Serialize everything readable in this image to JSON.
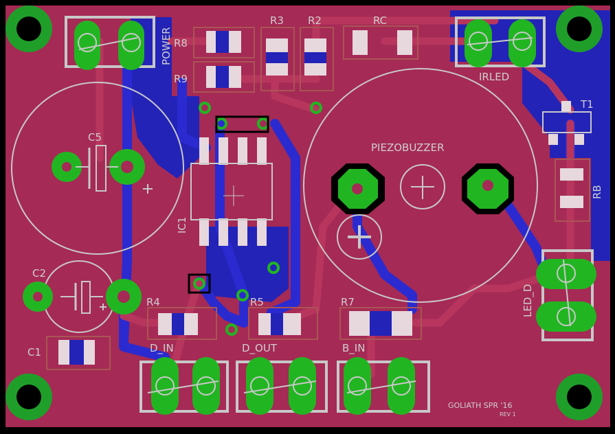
{
  "board": {
    "credit": "GOLIATH SPR '16",
    "revision": "REV 1"
  },
  "labels": {
    "power": "POWER",
    "r8": "R8",
    "r9": "R9",
    "r3": "R3",
    "r2": "R2",
    "rc": "RC",
    "irled": "IRLED",
    "t1": "T1",
    "c5": "C5",
    "ic1": "IC1",
    "piezo": "PIEZOBUZZER",
    "rb": "RB",
    "c2": "C2",
    "c1": "C1",
    "r4": "R4",
    "r5": "R5",
    "r7": "R7",
    "led_d": "LED_D",
    "d_in": "D_IN",
    "d_out": "D_OUT",
    "b_in": "B_IN"
  },
  "colors": {
    "board_bg": "#a52a55",
    "bottom_copper": "#2323b8",
    "pad_green": "#22b522",
    "silkscreen": "#c8c8c8",
    "smd_pad": "#e6d8dc"
  }
}
